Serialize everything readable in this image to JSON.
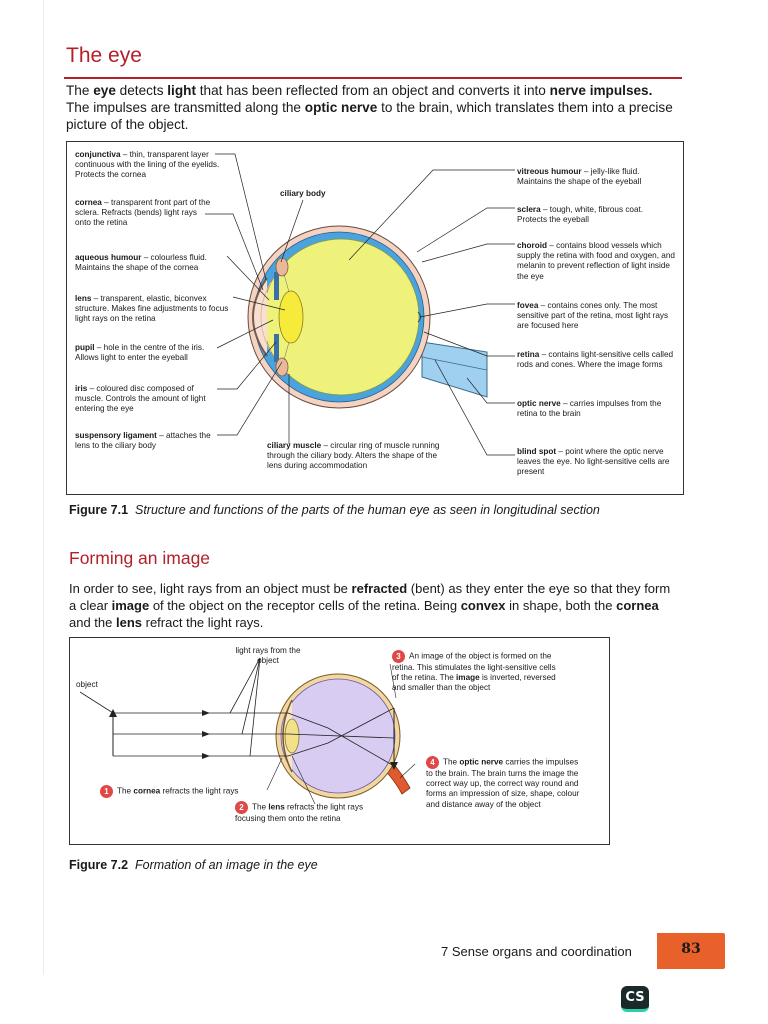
{
  "heading": "The eye",
  "intro": {
    "t1": "The ",
    "b1": "eye",
    "t2": " detects ",
    "b2": "light",
    "t3": " that has been reflected from an object and converts it into ",
    "b3": "nerve impulses.",
    "t4": " The impulses are transmitted along the ",
    "b4": "optic nerve",
    "t5": " to the brain, which translates them into a precise picture of the object."
  },
  "figure1": {
    "labels": {
      "conjunctiva_name": "conjunctiva",
      "conjunctiva_desc": " – thin, transparent layer continuous with the lining of the eyelids. Protects the cornea",
      "cornea_name": "cornea",
      "cornea_desc": " – transparent front part of the sclera. Refracts (bends) light rays onto the retina",
      "aqueous_name": "aqueous humour",
      "aqueous_desc": " – colourless fluid. Maintains the shape of the cornea",
      "lens_name": "lens",
      "lens_desc": " – transparent, elastic, biconvex structure. Makes fine adjustments to focus light rays on the retina",
      "pupil_name": "pupil",
      "pupil_desc": " – hole in the centre of the iris. Allows light to enter the eyeball",
      "iris_name": "iris",
      "iris_desc": " – coloured disc composed of muscle. Controls the amount of light entering the eye",
      "suspensory_name": "suspensory ligament",
      "suspensory_desc": " – attaches the lens to the ciliary body",
      "ciliary_body": "ciliary body",
      "ciliary_muscle_name": "ciliary muscle",
      "ciliary_muscle_desc": " – circular ring of muscle running through the ciliary body. Alters the shape of the lens during accommodation",
      "vitreous_name": "vitreous humour",
      "vitreous_desc": " – jelly-like fluid. Maintains the shape of the eyeball",
      "sclera_name": "sclera",
      "sclera_desc": " – tough, white, fibrous coat. Protects the eyeball",
      "choroid_name": "choroid",
      "choroid_desc": " – contains blood vessels which supply the retina with food and oxygen, and melanin to prevent reflection of light inside the eye",
      "fovea_name": "fovea",
      "fovea_desc": " – contains cones only. The most sensitive part of the retina, most light rays are focused here",
      "retina_name": "retina",
      "retina_desc": " – contains light-sensitive cells called rods and cones. Where the image forms",
      "optic_nerve_name": "optic nerve",
      "optic_nerve_desc": " – carries impulses from the retina to the brain",
      "blind_spot_name": "blind spot",
      "blind_spot_desc": " – point where the optic nerve leaves the eye. No light-sensitive cells are present"
    },
    "caption_prefix": "Figure 7.1",
    "caption_text": "Structure and functions of the parts of the human eye as seen in longitudinal section"
  },
  "section2": {
    "heading": "Forming an image",
    "p": {
      "t1": "In order to see, light rays from an object must be ",
      "b1": "refracted",
      "t2": " (bent) as they enter the eye so that they form a clear ",
      "b2": "image",
      "t3": " of the object on the receptor cells of the retina. Being ",
      "b3": "convex",
      "t4": " in shape, both the ",
      "b4": "cornea",
      "t5": " and the ",
      "b5": "lens",
      "t6": " refract the light rays."
    }
  },
  "figure2": {
    "light_rays": "light rays from the object",
    "object": "object",
    "step1": {
      "num": "1",
      "t1": "The ",
      "b1": "cornea",
      "t2": " refracts the light rays"
    },
    "step2": {
      "num": "2",
      "t1": "The ",
      "b1": "lens",
      "t2": " refracts the light rays focusing them onto the retina"
    },
    "step3": {
      "num": "3",
      "t1": "An image of the object is formed on the retina. This stimulates the light-sensitive cells of the retina. The ",
      "b1": "image",
      "t2": " is inverted, reversed and smaller than the object"
    },
    "step4": {
      "num": "4",
      "t1": "The ",
      "b1": "optic nerve",
      "t2": " carries the impulses to the brain. The brain turns the image the correct way up, the correct way round and forms an impression of size, shape, colour and distance away of the object"
    },
    "caption_prefix": "Figure 7.2",
    "caption_text": "Formation of an image in the eye"
  },
  "footer": {
    "chapter": "7 Sense organs and coordination",
    "page_number": "83",
    "scanner_logo": "CS"
  },
  "colors": {
    "heading_red": "#b3202a",
    "eye_yellow": "#eef27a",
    "eye_blue": "#4aa3dd",
    "eye2_lilac": "#d8ccf2",
    "page_tab": "#e8602a"
  }
}
